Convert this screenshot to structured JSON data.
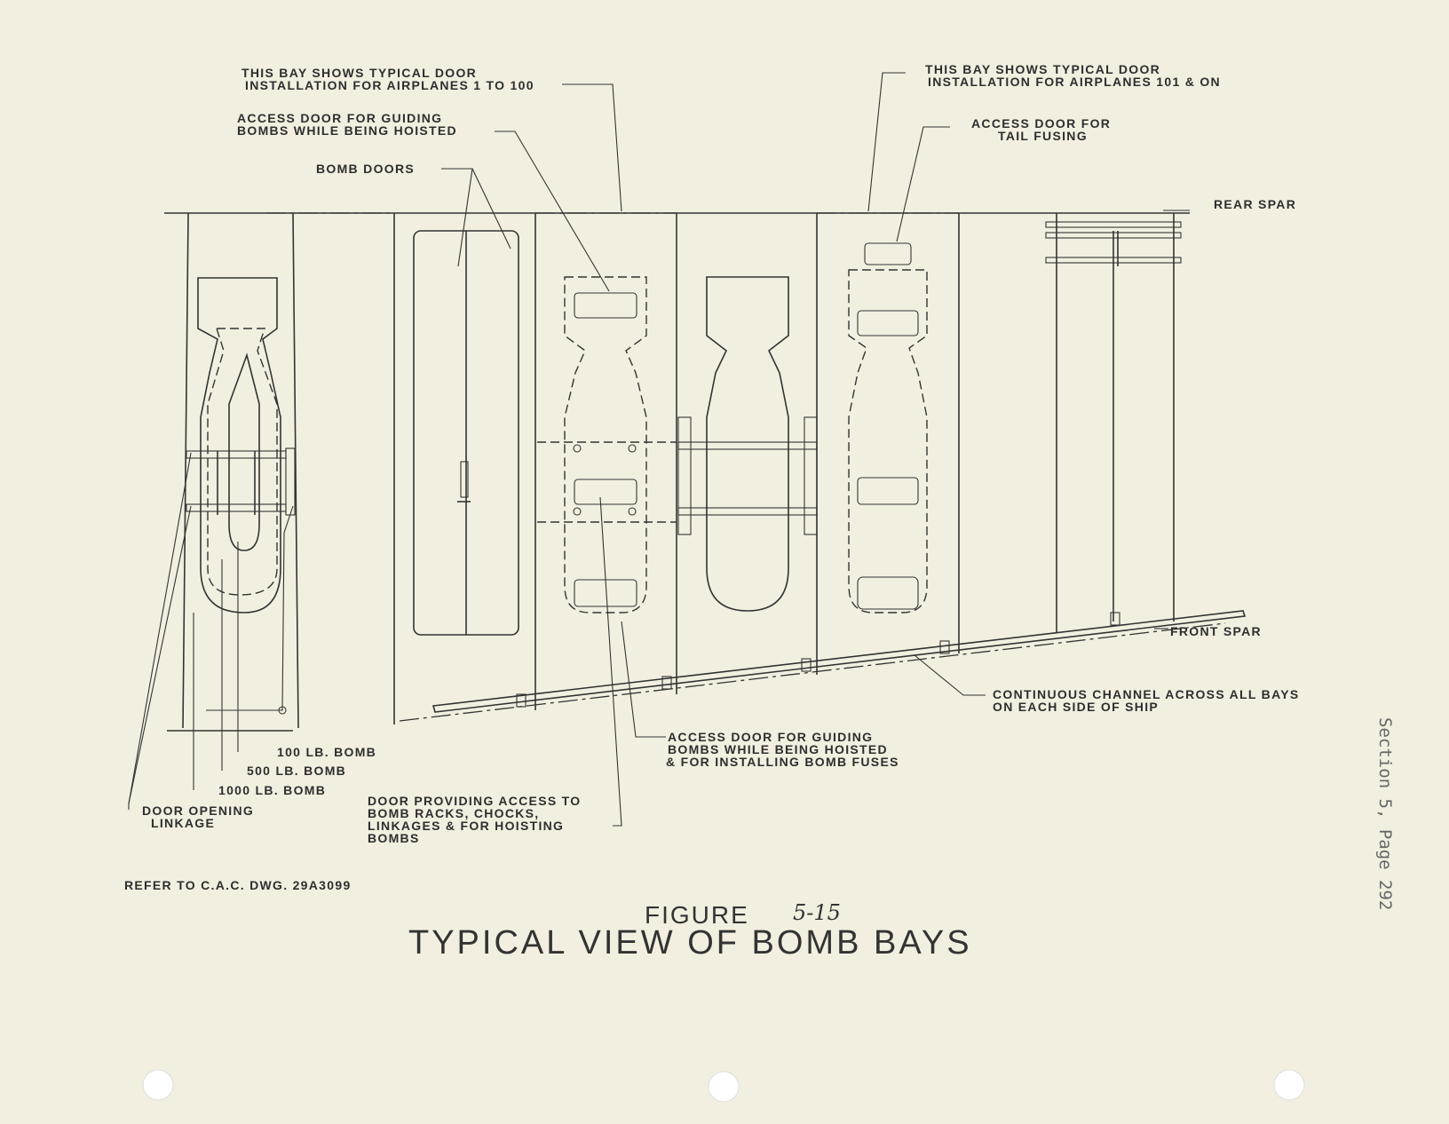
{
  "labels": {
    "bay_1_100_l1": "THIS BAY SHOWS TYPICAL DOOR",
    "bay_1_100_l2": "INSTALLATION FOR AIRPLANES 1 TO 100",
    "bay_101_l1": "THIS BAY SHOWS TYPICAL DOOR",
    "bay_101_l2": "INSTALLATION FOR AIRPLANES 101 & ON",
    "access_hoist_l1": "ACCESS DOOR FOR GUIDING",
    "access_hoist_l2": "BOMBS WHILE BEING HOISTED",
    "access_tail_l1": "ACCESS DOOR FOR",
    "access_tail_l2": "TAIL FUSING",
    "bomb_doors": "BOMB DOORS",
    "rear_spar": "REAR SPAR",
    "front_spar": "FRONT SPAR",
    "channel_l1": "CONTINUOUS CHANNEL ACROSS ALL BAYS",
    "channel_l2": "ON EACH SIDE OF SHIP",
    "access_fuses_l1": "ACCESS DOOR FOR GUIDING",
    "access_fuses_l2": "BOMBS WHILE BEING HOISTED",
    "access_fuses_l3": "& FOR INSTALLING BOMB FUSES",
    "bomb_100": "100 LB. BOMB",
    "bomb_500": "500 LB. BOMB",
    "bomb_1000": "1000 LB. BOMB",
    "door_linkage_l1": "DOOR OPENING",
    "door_linkage_l2": "LINKAGE",
    "door_racks_l1": "DOOR PROVIDING ACCESS TO",
    "door_racks_l2": "BOMB RACKS, CHOCKS,",
    "door_racks_l3": "LINKAGES & FOR HOISTING",
    "door_racks_l4": "BOMBS",
    "refer": "REFER TO C.A.C. DWG. 29A3099"
  },
  "title": {
    "figure_word": "FIGURE",
    "figure_number": "5-15",
    "main": "TYPICAL VIEW OF BOMB BAYS"
  },
  "side_stamp": "Section 5, Page 292",
  "colors": {
    "paper": "#f3efe0",
    "ink": "#333333",
    "stamp": "#666666"
  }
}
